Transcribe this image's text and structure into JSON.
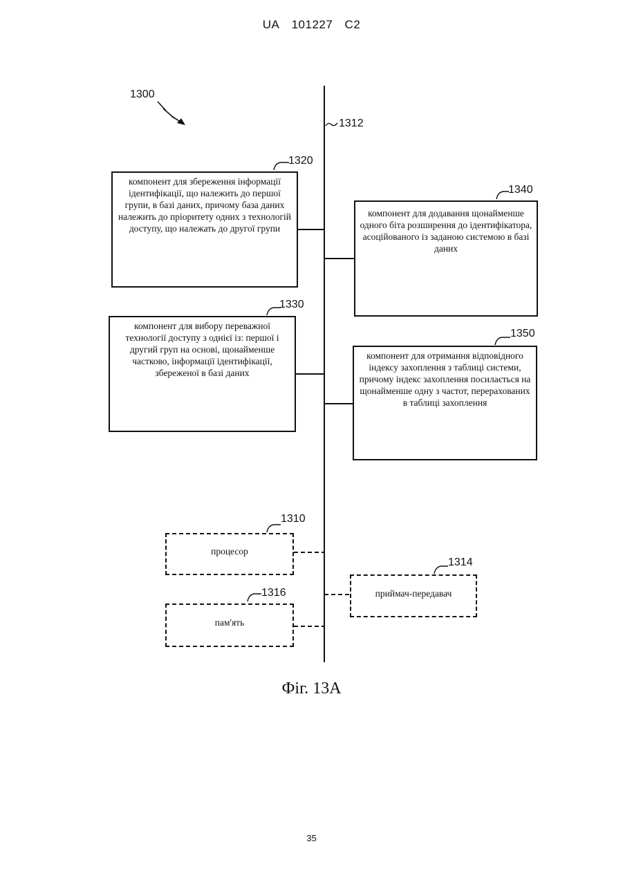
{
  "header": {
    "country": "UA",
    "number": "101227",
    "kind": "C2"
  },
  "figure": {
    "ref_main": "1300",
    "ref_bus": "1312",
    "caption": "Фіг. 13А",
    "boxes": {
      "b1320": {
        "ref": "1320",
        "text": "компонент для збереження інформації ідентифікації, що належить до першої групи, в базі даних, причому база даних належить до пріоритету одних з технологій доступу, що належать до другої групи"
      },
      "b1340": {
        "ref": "1340",
        "text": "компонент для додавання щонайменше одного біта розширення до ідентифікатора, асоційованого із заданою системою в базі даних"
      },
      "b1330": {
        "ref": "1330",
        "text": "компонент для вибору переважної технології доступу з однієї із: першої і другий груп на основі, щонайменше частково, інформації ідентифікації, збереженої в базі даних"
      },
      "b1350": {
        "ref": "1350",
        "text": "компонент для отримання відповідного індексу захоплення з таблиці системи, причому індекс захоплення посилається на щонайменше одну з частот, перерахованих в таблиці захоплення"
      },
      "b1310": {
        "ref": "1310",
        "text": "процесор"
      },
      "b1314": {
        "ref": "1314",
        "text": "приймач-передавач"
      },
      "b1316": {
        "ref": "1316",
        "text": "пам'ять"
      }
    }
  },
  "page_number": "35"
}
